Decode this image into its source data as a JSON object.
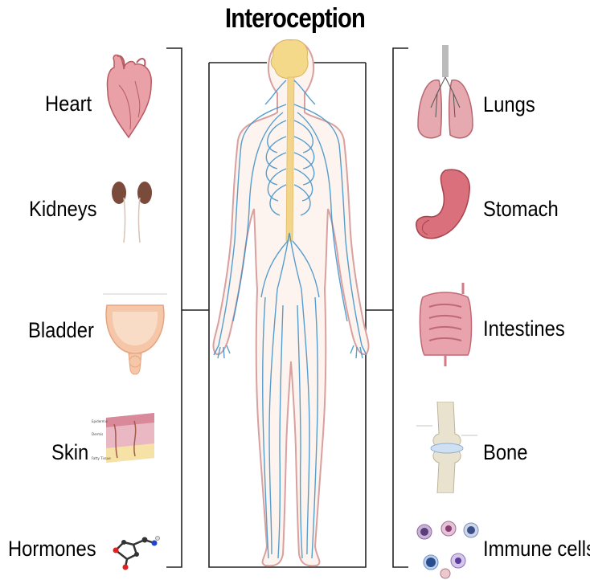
{
  "title": "Interoception",
  "left_labels": {
    "heart": "Heart",
    "kidneys": "Kidneys",
    "bladder": "Bladder",
    "skin": "Skin",
    "hormones": "Hormones"
  },
  "right_labels": {
    "lungs": "Lungs",
    "stomach": "Stomach",
    "intestines": "Intestines",
    "bone": "Bone",
    "immune": "Immune cells"
  },
  "colors": {
    "nerve": "#3a8fc8",
    "spine": "#f2d48a",
    "body_outline": "#d9a0a0",
    "organ_pink": "#e08a8c",
    "bracket": "#222222"
  }
}
